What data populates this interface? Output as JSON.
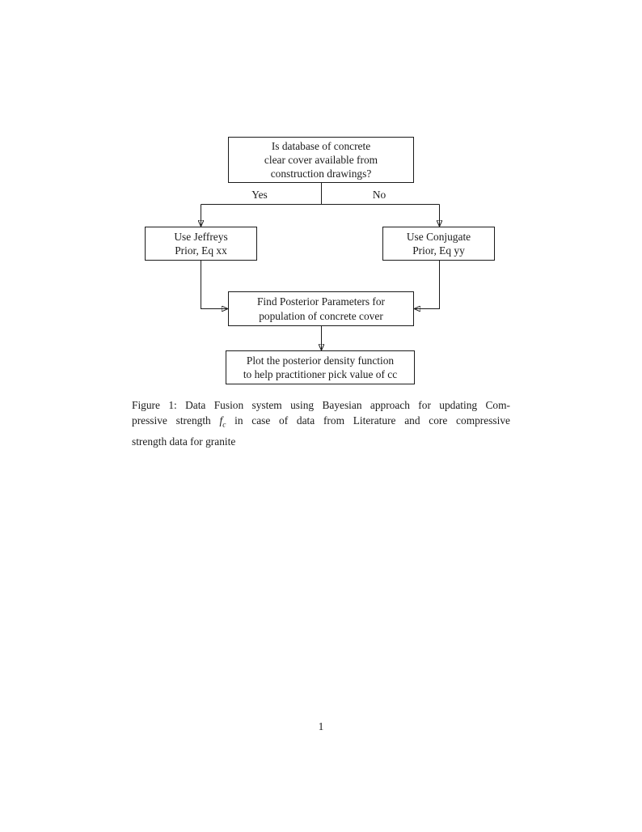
{
  "page": {
    "number": "1"
  },
  "flowchart": {
    "nodes": {
      "question": {
        "lines": [
          "Is database of concrete",
          "clear cover available from",
          "construction drawings?"
        ]
      },
      "jeffreys": {
        "lines": [
          "Use Jeffreys",
          "Prior, Eq xx"
        ]
      },
      "conjugate": {
        "lines": [
          "Use Conjugate",
          "Prior, Eq yy"
        ]
      },
      "posterior": {
        "lines": [
          "Find Posterior Parameters for",
          "population of concrete cover"
        ]
      },
      "plot": {
        "lines": [
          "Plot the posterior density function",
          "to help practitioner pick value of cc"
        ]
      }
    },
    "edge_labels": {
      "yes": "Yes",
      "no": "No"
    }
  },
  "caption": {
    "line1": "Figure 1: Data Fusion system using Bayesian approach for updating Com-",
    "line2_pre": "pressive strength ",
    "math_var": "f",
    "math_sub": "c",
    "line2_post": " in case of data from Literature and core compressive",
    "line3": "strength data for granite"
  },
  "colors": {
    "ink": "#1b1b1b",
    "background": "#ffffff"
  }
}
